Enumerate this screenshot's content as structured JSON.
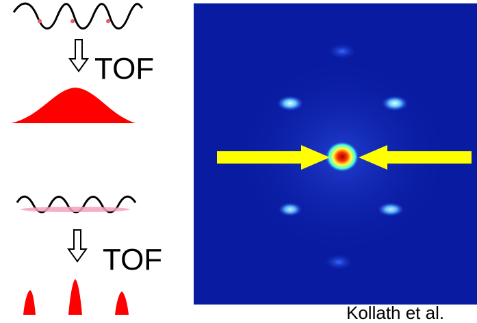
{
  "labels": {
    "tof_top": "TOF",
    "tof_bottom": "TOF",
    "credit": "Kollath et al."
  },
  "colors": {
    "density_cloud": "#ff0000",
    "condensate_band": "#f4a0c0",
    "lattice_wave": "#000000",
    "arrow": "#ffff00",
    "image_background": "#0a1ea8"
  },
  "icons": {
    "expansion_arrow": "hollow-down-arrow",
    "pointer_arrow": "yellow-horizontal-arrow"
  }
}
